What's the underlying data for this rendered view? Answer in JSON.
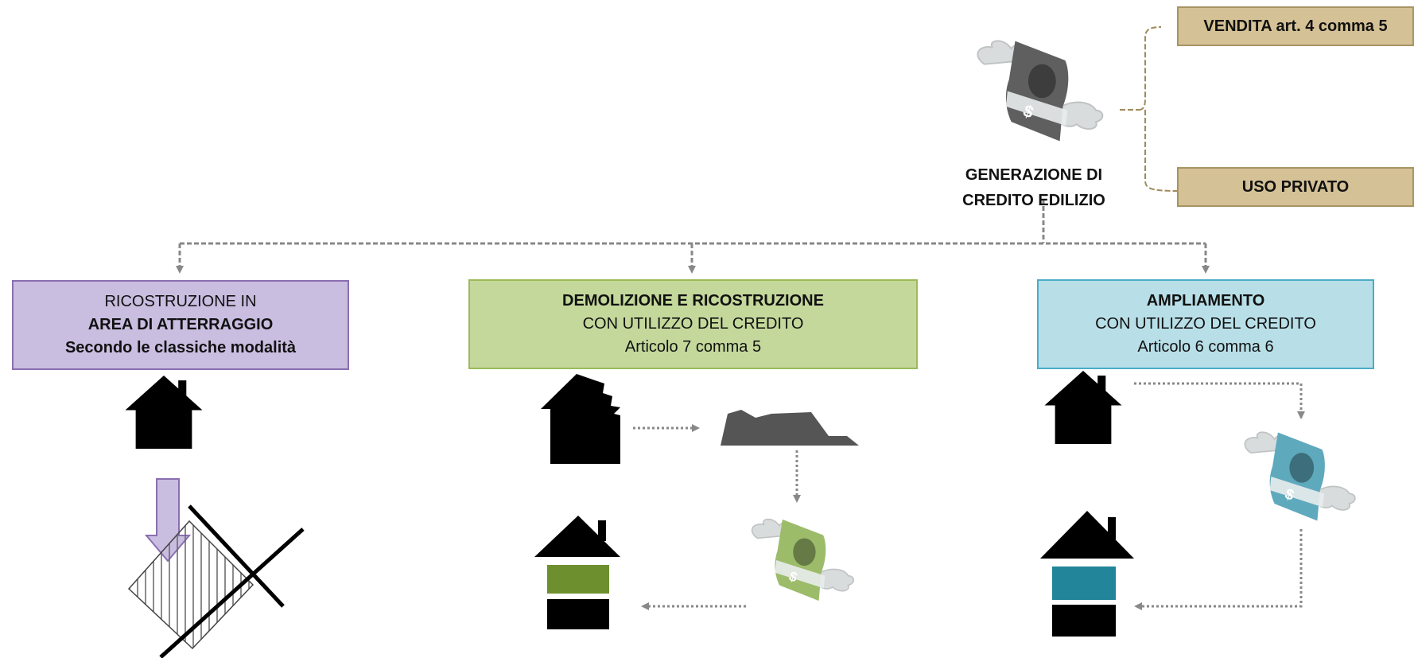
{
  "generation": {
    "line1": "GENERAZIONE DI",
    "line2": "CREDITO EDILIZIO"
  },
  "outputs": {
    "sale": "VENDITA art. 4 comma 5",
    "private_use": "USO PRIVATO"
  },
  "boxes": {
    "landing": {
      "line1": "RICOSTRUZIONE IN",
      "line2": "AREA DI ATTERRAGGIO",
      "line3": "Secondo le classiche modalità"
    },
    "demolition": {
      "line1": "DEMOLIZIONE E RICOSTRUZIONE",
      "line2": "CON UTILIZZO DEL CREDITO",
      "line3": "Articolo 7 comma 5"
    },
    "expansion": {
      "line1": "AMPLIAMENTO",
      "line2": "CON UTILIZZO DEL CREDITO",
      "line3": "Articolo 6 comma 6"
    }
  },
  "colors": {
    "purple": "#c9bde0",
    "green": "#c4d89b",
    "blue": "#b8dfe8",
    "tan": "#d4c196",
    "money_gray": "#5f5f5f",
    "money_green": "#9cbc6a",
    "money_blue": "#5fa9bd",
    "house_green_band": "#6e8f2e",
    "house_blue_band": "#238599"
  },
  "icons": {
    "flying_money": "flying-money-icon",
    "house": "house-icon",
    "rubble": "rubble-icon",
    "down_arrow": "down-arrow-icon"
  }
}
